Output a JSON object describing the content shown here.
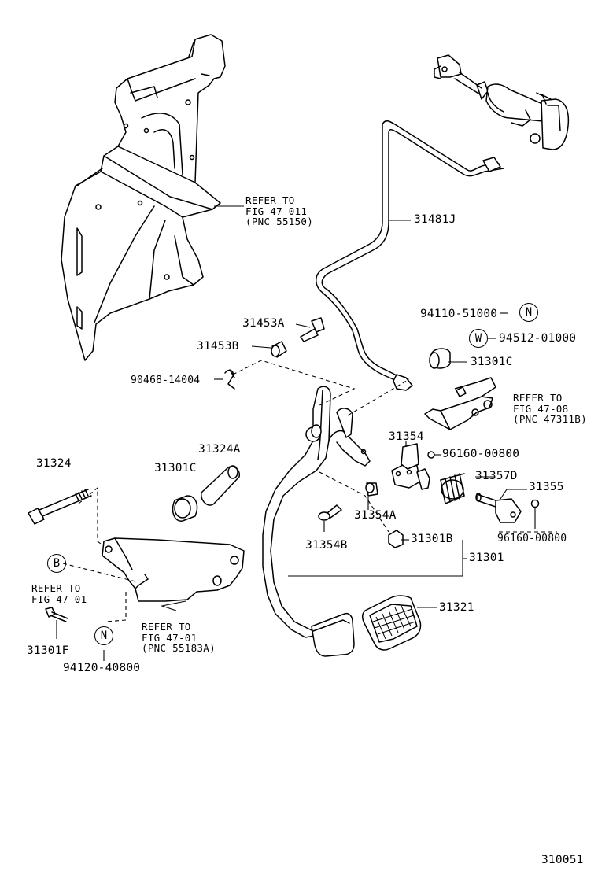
{
  "labels": {
    "p31481J": "31481J",
    "p94110": "94110-51000",
    "p94512": "94512-01000",
    "p31453A": "31453A",
    "p31453B": "31453B",
    "p31301C_top": "31301C",
    "p90468": "90468-14004",
    "p31354": "31354",
    "p96160_a": "96160-00800",
    "p31357D": "31357D",
    "p31355": "31355",
    "p96160_b": "96160-00800",
    "p31324": "31324",
    "p31324A": "31324A",
    "p31301C_mid": "31301C",
    "p31354A": "31354A",
    "p31354B": "31354B",
    "p31301B": "31301B",
    "p31301": "31301",
    "p31321": "31321",
    "p31301F": "31301F",
    "p94120": "94120-40800",
    "diagram_id": "310051"
  },
  "references": {
    "bracket": "REFER TO\nFIG 47-011\n(PNC 55150)",
    "clutch_line": "REFER TO\nFIG 47-08\n(PNC 47311B)",
    "marker_b": "REFER TO\nFIG 47-01",
    "support": "REFER TO\nFIG 47-01\n(PNC 55183A)"
  },
  "markers": {
    "n_top": "N",
    "w": "W",
    "b": "B",
    "n_bottom": "N"
  }
}
